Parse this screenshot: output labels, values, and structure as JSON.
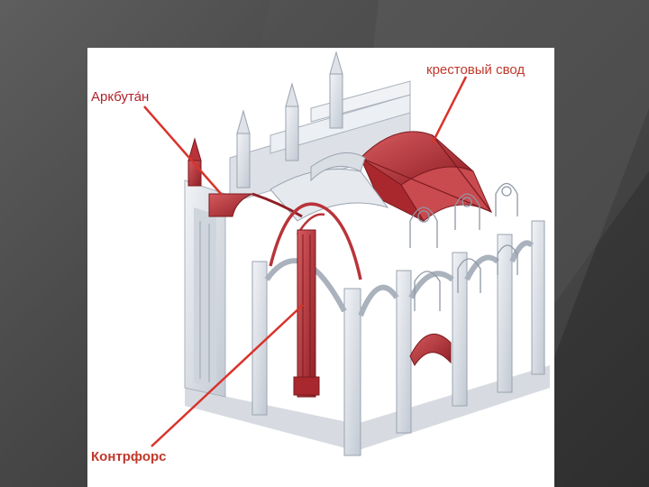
{
  "labels": {
    "vault": "крестовый свод",
    "arch": "Аркбута́н",
    "buttress": "Контрфорс"
  },
  "colors": {
    "stone": "#e4e7ec",
    "stone_shade": "#c5cbd4",
    "stone_dark": "#a9b1bd",
    "highlight_red": "#b8343a",
    "pointer_red": "#d9332b",
    "background_dark": "#3c3c3c"
  }
}
